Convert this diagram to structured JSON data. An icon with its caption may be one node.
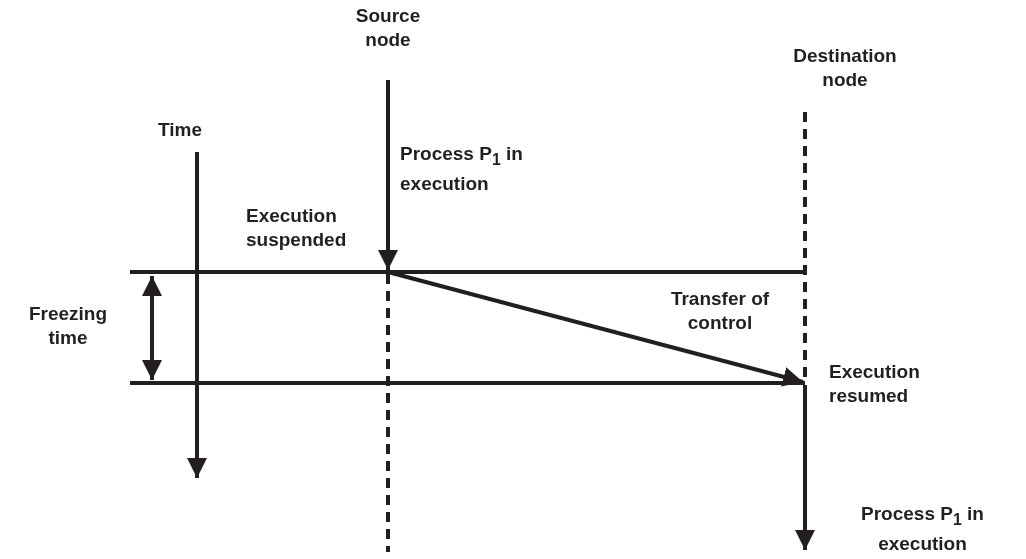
{
  "diagram": {
    "nodes": [
      {
        "text": [
          "Source node"
        ]
      },
      {
        "text": [
          "Destination node"
        ]
      },
      {
        "text": [
          "Execution suspended"
        ]
      },
      {
        "text": [
          "Execution resumed"
        ]
      }
    ],
    "edges": [
      {
        "from": 0,
        "to": null,
        "arrow": "to"
      },
      {
        "from": 2,
        "to": 3,
        "arrow": "to"
      },
      {
        "from": 3,
        "to": null,
        "arrow": "to"
      }
    ],
    "labels": [
      "Time",
      "Process P$_{1}$ in execution",
      "Freezing time",
      "Transfer of control",
      "Process P$_{1}$ in execution"
    ]
  }
}
